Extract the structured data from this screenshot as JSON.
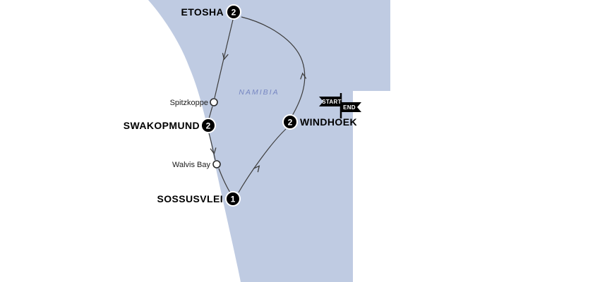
{
  "map": {
    "region_label": "NAMIBIA",
    "colors": {
      "land": "#bfcbe2",
      "ocean": "#ffffff",
      "route": "#3d3d3d",
      "badge_fill": "#000000",
      "badge_text": "#ffffff",
      "region_text": "#7787c2"
    },
    "stops": [
      {
        "name": "ETOSHA",
        "nights": "2",
        "kind": "overnight-stop"
      },
      {
        "name": "SWAKOPMUND",
        "nights": "2",
        "kind": "overnight-stop"
      },
      {
        "name": "SOSSUSVLEI",
        "nights": "1",
        "kind": "overnight-stop"
      },
      {
        "name": "WINDHOEK",
        "nights": "2",
        "kind": "overnight-stop"
      },
      {
        "name": "Spitzkoppe",
        "kind": "sightseeing-stop"
      },
      {
        "name": "Walvis Bay",
        "kind": "sightseeing-stop"
      }
    ],
    "flag": {
      "start_label": "START",
      "end_label": "END"
    }
  }
}
